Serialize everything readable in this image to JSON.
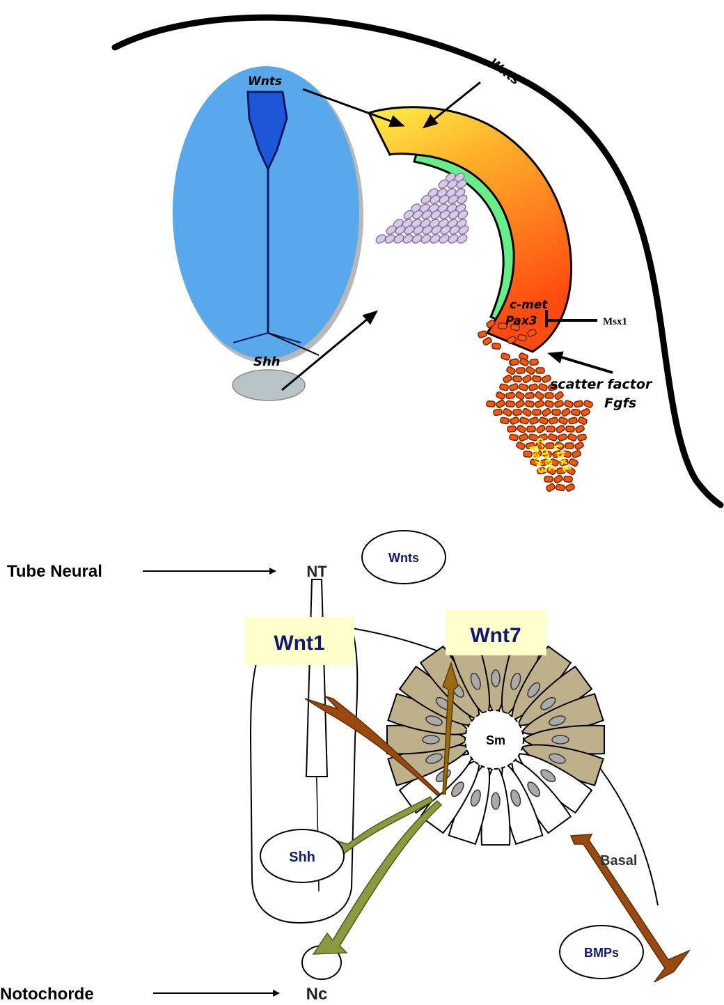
{
  "top": {
    "wnts_tube": "Wnts",
    "wnts_ectoderm": "Wnts",
    "shh": "Shh",
    "cmet_1": "c-met",
    "pax3_1": "Pax3",
    "msx1": "Msx1",
    "scatter_factor": "scatter factor",
    "fgfs": "Fgfs",
    "cmet_2": "c-met",
    "pax3_2": "Pax3",
    "lbx1": "Lbx1"
  },
  "bottom": {
    "wnt1": "Wnt1",
    "wnt7": "Wnt7",
    "wnts": "Wnts",
    "tube_neural": "Tube Neural",
    "nt": "NT",
    "sm": "Sm",
    "basal": "Basal",
    "shh": "Shh",
    "bmps": "BMPs",
    "notochorde": "Notochorde",
    "nc": "Nc"
  },
  "colors": {
    "neural_tube": "#5aa8ec",
    "floor_plate_neuron": "#1e56d8",
    "notochord": "#b8c4c8",
    "dermomyotome_yellow": "#fff04a",
    "dermomyotome_orange": "#ff5a12",
    "myotome_green": "#66ee88",
    "sclerotome": "#d8c8ea",
    "migrating_cells": "#f05a0e",
    "label_box": "#ffffcc",
    "label_navy": "#101870",
    "somite_tan": "#bdb08a",
    "wnt_arrow": "#9a4a10",
    "shh_arrow": "#8a9a40"
  }
}
